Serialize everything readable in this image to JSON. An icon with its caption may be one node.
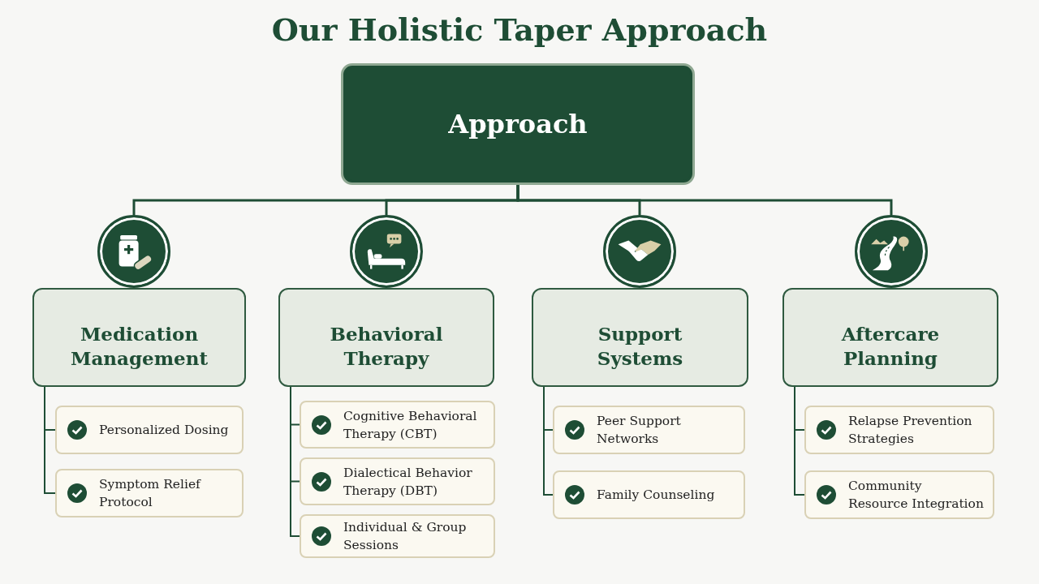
{
  "diagram": {
    "title": "Our Holistic Taper Approach",
    "nodes": [
      {
        "text": [
          "Approach"
        ]
      },
      {
        "text": [],
        "shape": "circle"
      },
      {
        "text": [
          "Medication Management"
        ]
      },
      {
        "text": [
          "Personalized Dosing"
        ]
      },
      {
        "text": [
          "Symptom Relief Protocol"
        ]
      },
      {
        "text": [],
        "shape": "circle"
      },
      {
        "text": [
          "Behavioral Therapy"
        ]
      },
      {
        "text": [
          "Cognitive Behavioral Therapy (CBT)"
        ]
      },
      {
        "text": [
          "Dialectical Behavior Therapy (DBT)"
        ]
      },
      {
        "text": [
          "Individual & Group Sessions"
        ]
      },
      {
        "text": [],
        "shape": "circle"
      },
      {
        "text": [
          "Support Systems"
        ]
      },
      {
        "text": [
          "Peer Support Networks"
        ]
      },
      {
        "text": [
          "Family Counseling"
        ]
      },
      {
        "text": [],
        "shape": "circle"
      },
      {
        "text": [
          "Aftercare Planning"
        ]
      },
      {
        "text": [
          "Relapse Prevention Strategies"
        ]
      },
      {
        "text": [
          "Community Resource Integration"
        ]
      }
    ],
    "edges": [
      {
        "from": 0,
        "to": 1,
        "arrow": "none"
      },
      {
        "from": 0,
        "to": 5,
        "arrow": "none"
      },
      {
        "from": 0,
        "to": 10,
        "arrow": "none"
      },
      {
        "from": 0,
        "to": 14,
        "arrow": "none"
      },
      {
        "from": 2,
        "to": 3,
        "arrow": "none"
      },
      {
        "from": 2,
        "to": 4,
        "arrow": "none"
      },
      {
        "from": 6,
        "to": 7,
        "arrow": "none"
      },
      {
        "from": 6,
        "to": 8,
        "arrow": "none"
      },
      {
        "from": 6,
        "to": 9,
        "arrow": "none"
      },
      {
        "from": 11,
        "to": 12,
        "arrow": "none"
      },
      {
        "from": 11,
        "to": 13,
        "arrow": "none"
      },
      {
        "from": 15,
        "to": 16,
        "arrow": "none"
      },
      {
        "from": 15,
        "to": 17,
        "arrow": "none"
      }
    ]
  }
}
